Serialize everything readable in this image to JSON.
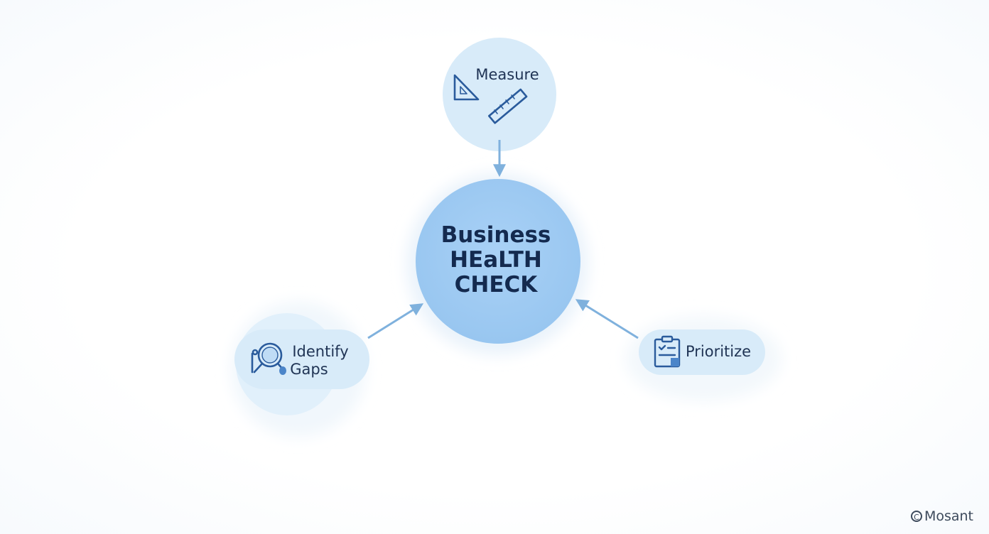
{
  "center": {
    "lines": [
      "Business",
      "HEaLTH",
      "CHECK"
    ]
  },
  "nodes": {
    "measure": {
      "label": "Measure",
      "icon": "ruler-triangle-icon"
    },
    "identify_gaps": {
      "lines": [
        "Identify",
        "Gaps"
      ],
      "icon": "magnifier-icon"
    },
    "prioritize": {
      "label": "Prioritize",
      "icon": "clipboard-checklist-icon"
    }
  },
  "watermark": {
    "text": "Mosant",
    "icon": "copyright-icon"
  },
  "colors": {
    "center_fill": "#a3cdf4",
    "node_fill": "#d8ebf9",
    "node_fill_light": "#e1f0fb",
    "arrow": "#7fb1dd",
    "icon_stroke": "#2a5b9c",
    "text": "#1f3354"
  }
}
